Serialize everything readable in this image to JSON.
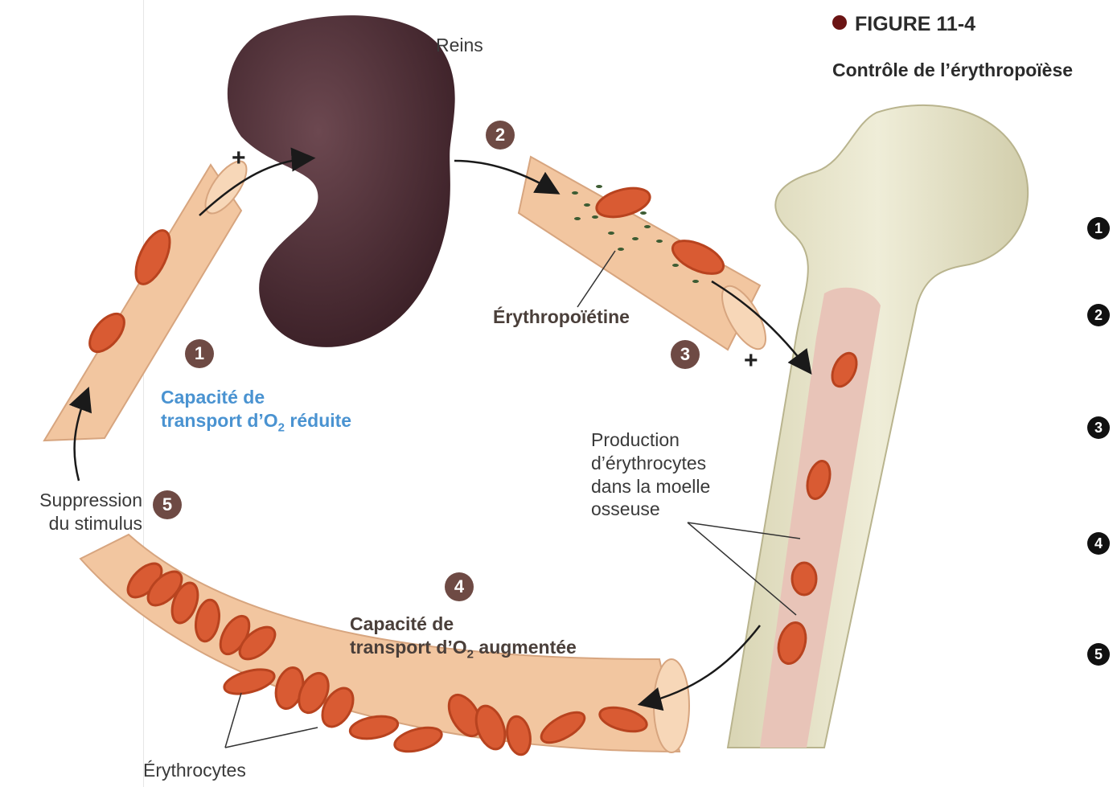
{
  "figure": {
    "id_label": "FIGURE 11-4",
    "subtitle": "Contrôle de l’érythropoïèse"
  },
  "labels": {
    "kidney": "Reins",
    "epo": "Érythropoïétine",
    "reduced_line1": "Capacité de",
    "reduced_line2a": "transport d’O",
    "reduced_sub": "2",
    "reduced_line2b": " réduite",
    "increased_line1": "Capacité de",
    "increased_line2a": "transport d’O",
    "increased_sub": "2",
    "increased_line2b": " augmentée",
    "production": [
      "Production",
      "d’érythrocytes",
      "dans la moelle",
      "osseuse"
    ],
    "suppression": [
      "Suppression",
      "du stimulus"
    ],
    "erythrocytes": "Érythrocytes"
  },
  "steps": [
    "1",
    "2",
    "3",
    "4",
    "5"
  ],
  "side_steps": [
    "1",
    "2",
    "3",
    "4",
    "5"
  ],
  "plus_sign": "+",
  "colors": {
    "vessel": "#f2c6a0",
    "vessel_edge": "#d7a57f",
    "rbc": "#d95b33",
    "rbc_center": "#a83318",
    "kidney": "#4c2b32",
    "bone": "#e6e3c6",
    "marrow": "#e8c4b8",
    "epo_dots": "#3d5c33",
    "step_badge": "#6e4a44",
    "blue_text": "#4a93d1"
  }
}
